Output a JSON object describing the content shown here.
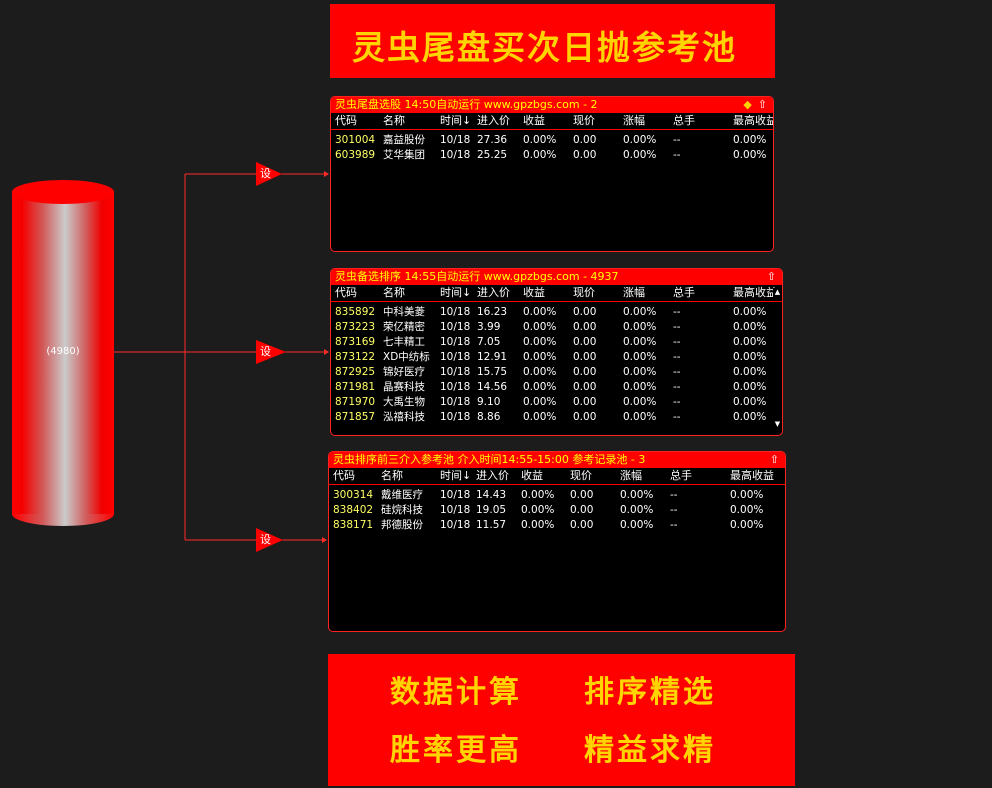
{
  "title_banner": "灵虫尾盘买次日抛参考池",
  "footer": {
    "items": [
      "数据计算",
      "排序精选",
      "胜率更高",
      "精益求精"
    ]
  },
  "source": {
    "label": "(4980)"
  },
  "set_label": "设",
  "columns": [
    "代码",
    "名称",
    "时间↓",
    "进入价",
    "收益",
    "现价",
    "涨幅",
    "总手",
    "最高收益"
  ],
  "panels": [
    {
      "title": "灵虫尾盘选股  14:50自动运行 www.gpzbgs.com - 2",
      "rows": [
        [
          "301004",
          "嘉益股份",
          "10/18",
          "27.36",
          "0.00%",
          "0.00",
          "0.00%",
          "--",
          "0.00%"
        ],
        [
          "603989",
          "艾华集团",
          "10/18",
          "25.25",
          "0.00%",
          "0.00",
          "0.00%",
          "--",
          "0.00%"
        ]
      ]
    },
    {
      "title": "灵虫备选排序 14:55自动运行 www.gpzbgs.com - 4937",
      "rows": [
        [
          "835892",
          "中科美菱",
          "10/18",
          "16.23",
          "0.00%",
          "0.00",
          "0.00%",
          "--",
          "0.00%"
        ],
        [
          "873223",
          "荣亿精密",
          "10/18",
          "3.99",
          "0.00%",
          "0.00",
          "0.00%",
          "--",
          "0.00%"
        ],
        [
          "873169",
          "七丰精工",
          "10/18",
          "7.05",
          "0.00%",
          "0.00",
          "0.00%",
          "--",
          "0.00%"
        ],
        [
          "873122",
          "XD中纺标",
          "10/18",
          "12.91",
          "0.00%",
          "0.00",
          "0.00%",
          "--",
          "0.00%"
        ],
        [
          "872925",
          "锦好医疗",
          "10/18",
          "15.75",
          "0.00%",
          "0.00",
          "0.00%",
          "--",
          "0.00%"
        ],
        [
          "871981",
          "晶赛科技",
          "10/18",
          "14.56",
          "0.00%",
          "0.00",
          "0.00%",
          "--",
          "0.00%"
        ],
        [
          "871970",
          "大禹生物",
          "10/18",
          "9.10",
          "0.00%",
          "0.00",
          "0.00%",
          "--",
          "0.00%"
        ],
        [
          "871857",
          "泓禧科技",
          "10/18",
          "8.86",
          "0.00%",
          "0.00",
          "0.00%",
          "--",
          "0.00%"
        ]
      ]
    },
    {
      "title": "灵虫排序前三介入参考池  介入时间14:55-15:00 参考记录池 - 3",
      "rows": [
        [
          "300314",
          "戴维医疗",
          "10/18",
          "14.43",
          "0.00%",
          "0.00",
          "0.00%",
          "--",
          "0.00%"
        ],
        [
          "838402",
          "硅烷科技",
          "10/18",
          "19.05",
          "0.00%",
          "0.00",
          "0.00%",
          "--",
          "0.00%"
        ],
        [
          "838171",
          "邦德股份",
          "10/18",
          "11.57",
          "0.00%",
          "0.00",
          "0.00%",
          "--",
          "0.00%"
        ]
      ]
    }
  ]
}
